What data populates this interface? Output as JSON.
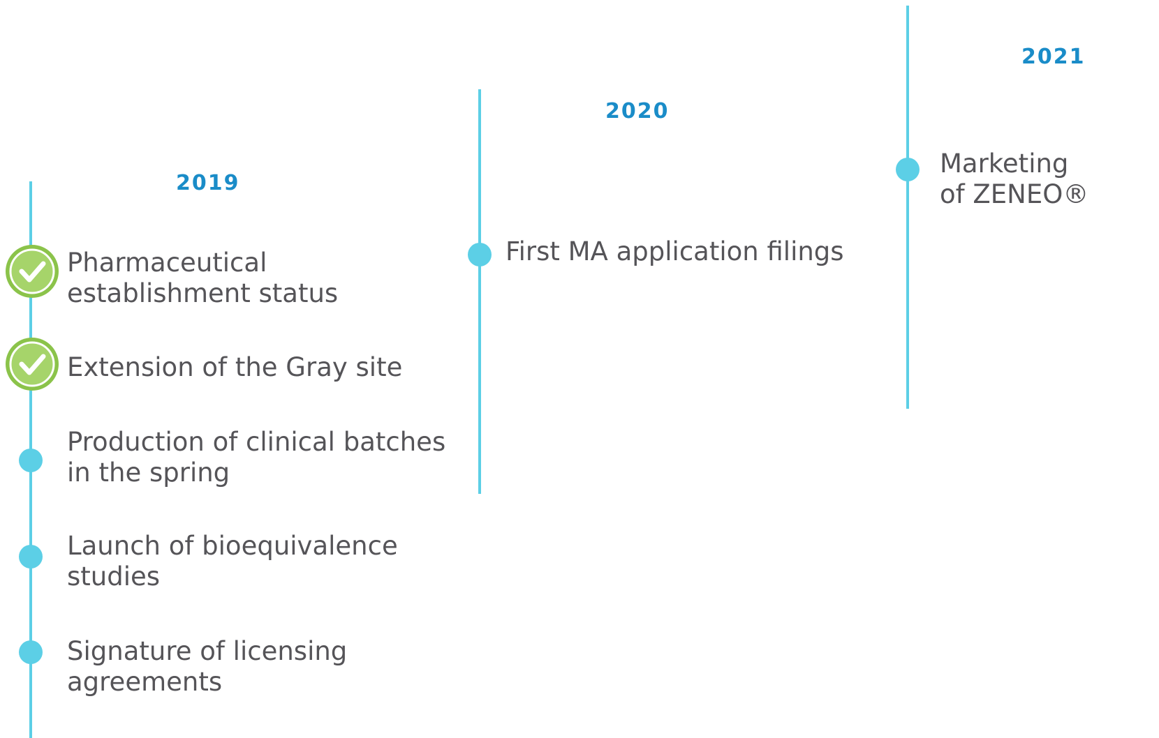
{
  "colors": {
    "line": "#5ccfe6",
    "year": "#1a8cc8",
    "text": "#555458",
    "check_outer": "#8bc34a",
    "check_inner": "#a6d46a"
  },
  "columns": [
    {
      "year": "2019",
      "events": [
        {
          "text": "Pharmaceutical\nestablishment status",
          "marker": "check-icon",
          "done": true
        },
        {
          "text": "Extension of the Gray site",
          "marker": "check-icon",
          "done": true
        },
        {
          "text": "Production of clinical batches\nin the spring",
          "marker": "dot",
          "done": false
        },
        {
          "text": "Launch of bioequivalence\nstudies",
          "marker": "dot",
          "done": false
        },
        {
          "text": "Signature of licensing\nagreements",
          "marker": "dot",
          "done": false
        }
      ]
    },
    {
      "year": "2020",
      "events": [
        {
          "text": "First MA application filings",
          "marker": "dot",
          "done": false
        }
      ]
    },
    {
      "year": "2021",
      "events": [
        {
          "text": "Marketing\nof ZENEO®",
          "marker": "dot",
          "done": false
        }
      ]
    }
  ]
}
